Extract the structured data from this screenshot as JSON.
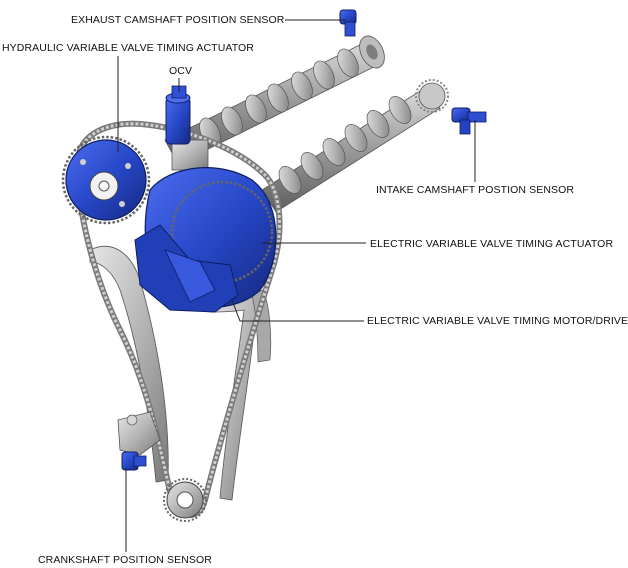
{
  "labels": {
    "exhaust_cam_sensor": "EXHAUST CAMSHAFT POSITION SENSOR",
    "hydraulic_vvt": "HYDRAULIC VARIABLE VALVE TIMING ACTUATOR",
    "ocv": "OCV",
    "intake_cam_sensor": "INTAKE CAMSHAFT POSTION SENSOR",
    "electric_vvt_actuator": "ELECTRIC VARIABLE VALVE TIMING ACTUATOR",
    "electric_vvt_motor": "ELECTRIC VARIABLE VALVE TIMING MOTOR/DRIVER",
    "crankshaft_sensor": "CRANKSHAFT POSITION SENSOR"
  },
  "colors": {
    "component_blue": "#2748c9",
    "component_blue_dark": "#15287e",
    "metal_gray": "#b9b9b9",
    "metal_dark": "#6f6f6f",
    "leader_line": "#222222"
  }
}
